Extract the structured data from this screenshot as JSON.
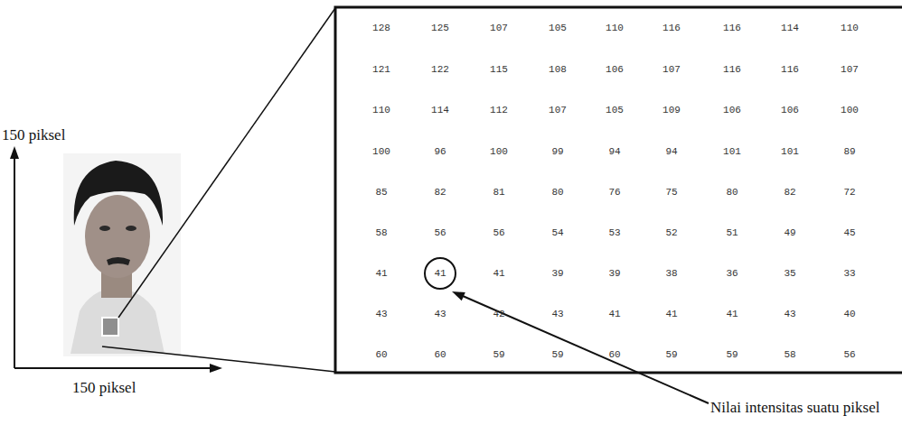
{
  "diagram": {
    "nodes": [
      {
        "text": [
          "41"
        ]
      }
    ],
    "labels": [
      "128",
      "125",
      "107",
      "105",
      "110",
      "116",
      "116",
      "114",
      "110",
      "121",
      "122",
      "115",
      "108",
      "106",
      "107",
      "116",
      "116",
      "107",
      "110",
      "114",
      "112",
      "107",
      "105",
      "109",
      "106",
      "106",
      "100",
      "100",
      "96",
      "100",
      "99",
      "94",
      "94",
      "101",
      "101",
      "89",
      "85",
      "82",
      "81",
      "80",
      "76",
      "75",
      "80",
      "82",
      "72",
      "58",
      "56",
      "56",
      "54",
      "53",
      "52",
      "51",
      "49",
      "45",
      "41",
      "41",
      "39",
      "39",
      "38",
      "36",
      "35",
      "33",
      "43",
      "43",
      "42",
      "43",
      "41",
      "41",
      "41",
      "43",
      "40",
      "60",
      "60",
      "59",
      "59",
      "60",
      "59",
      "59",
      "58",
      "56",
      "150 piksel",
      "150 piksel",
      "Nilai intensitas suatu piksel"
    ]
  }
}
